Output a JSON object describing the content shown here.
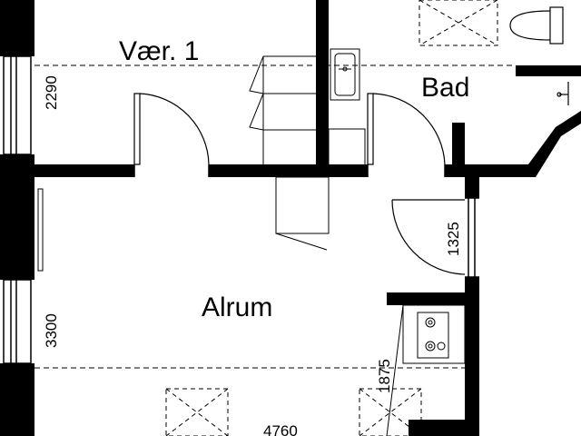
{
  "rooms": {
    "room_1": "Vær. 1",
    "bathroom": "Bad",
    "living": "Alrum"
  },
  "dimensions": {
    "room_1_depth": "2290",
    "door_width": "1325",
    "living_depth": "3300",
    "kitchen_depth": "1875",
    "living_width": "4760"
  },
  "colors": {
    "wall": "#000000",
    "line": "#000000",
    "background": "#ffffff"
  }
}
